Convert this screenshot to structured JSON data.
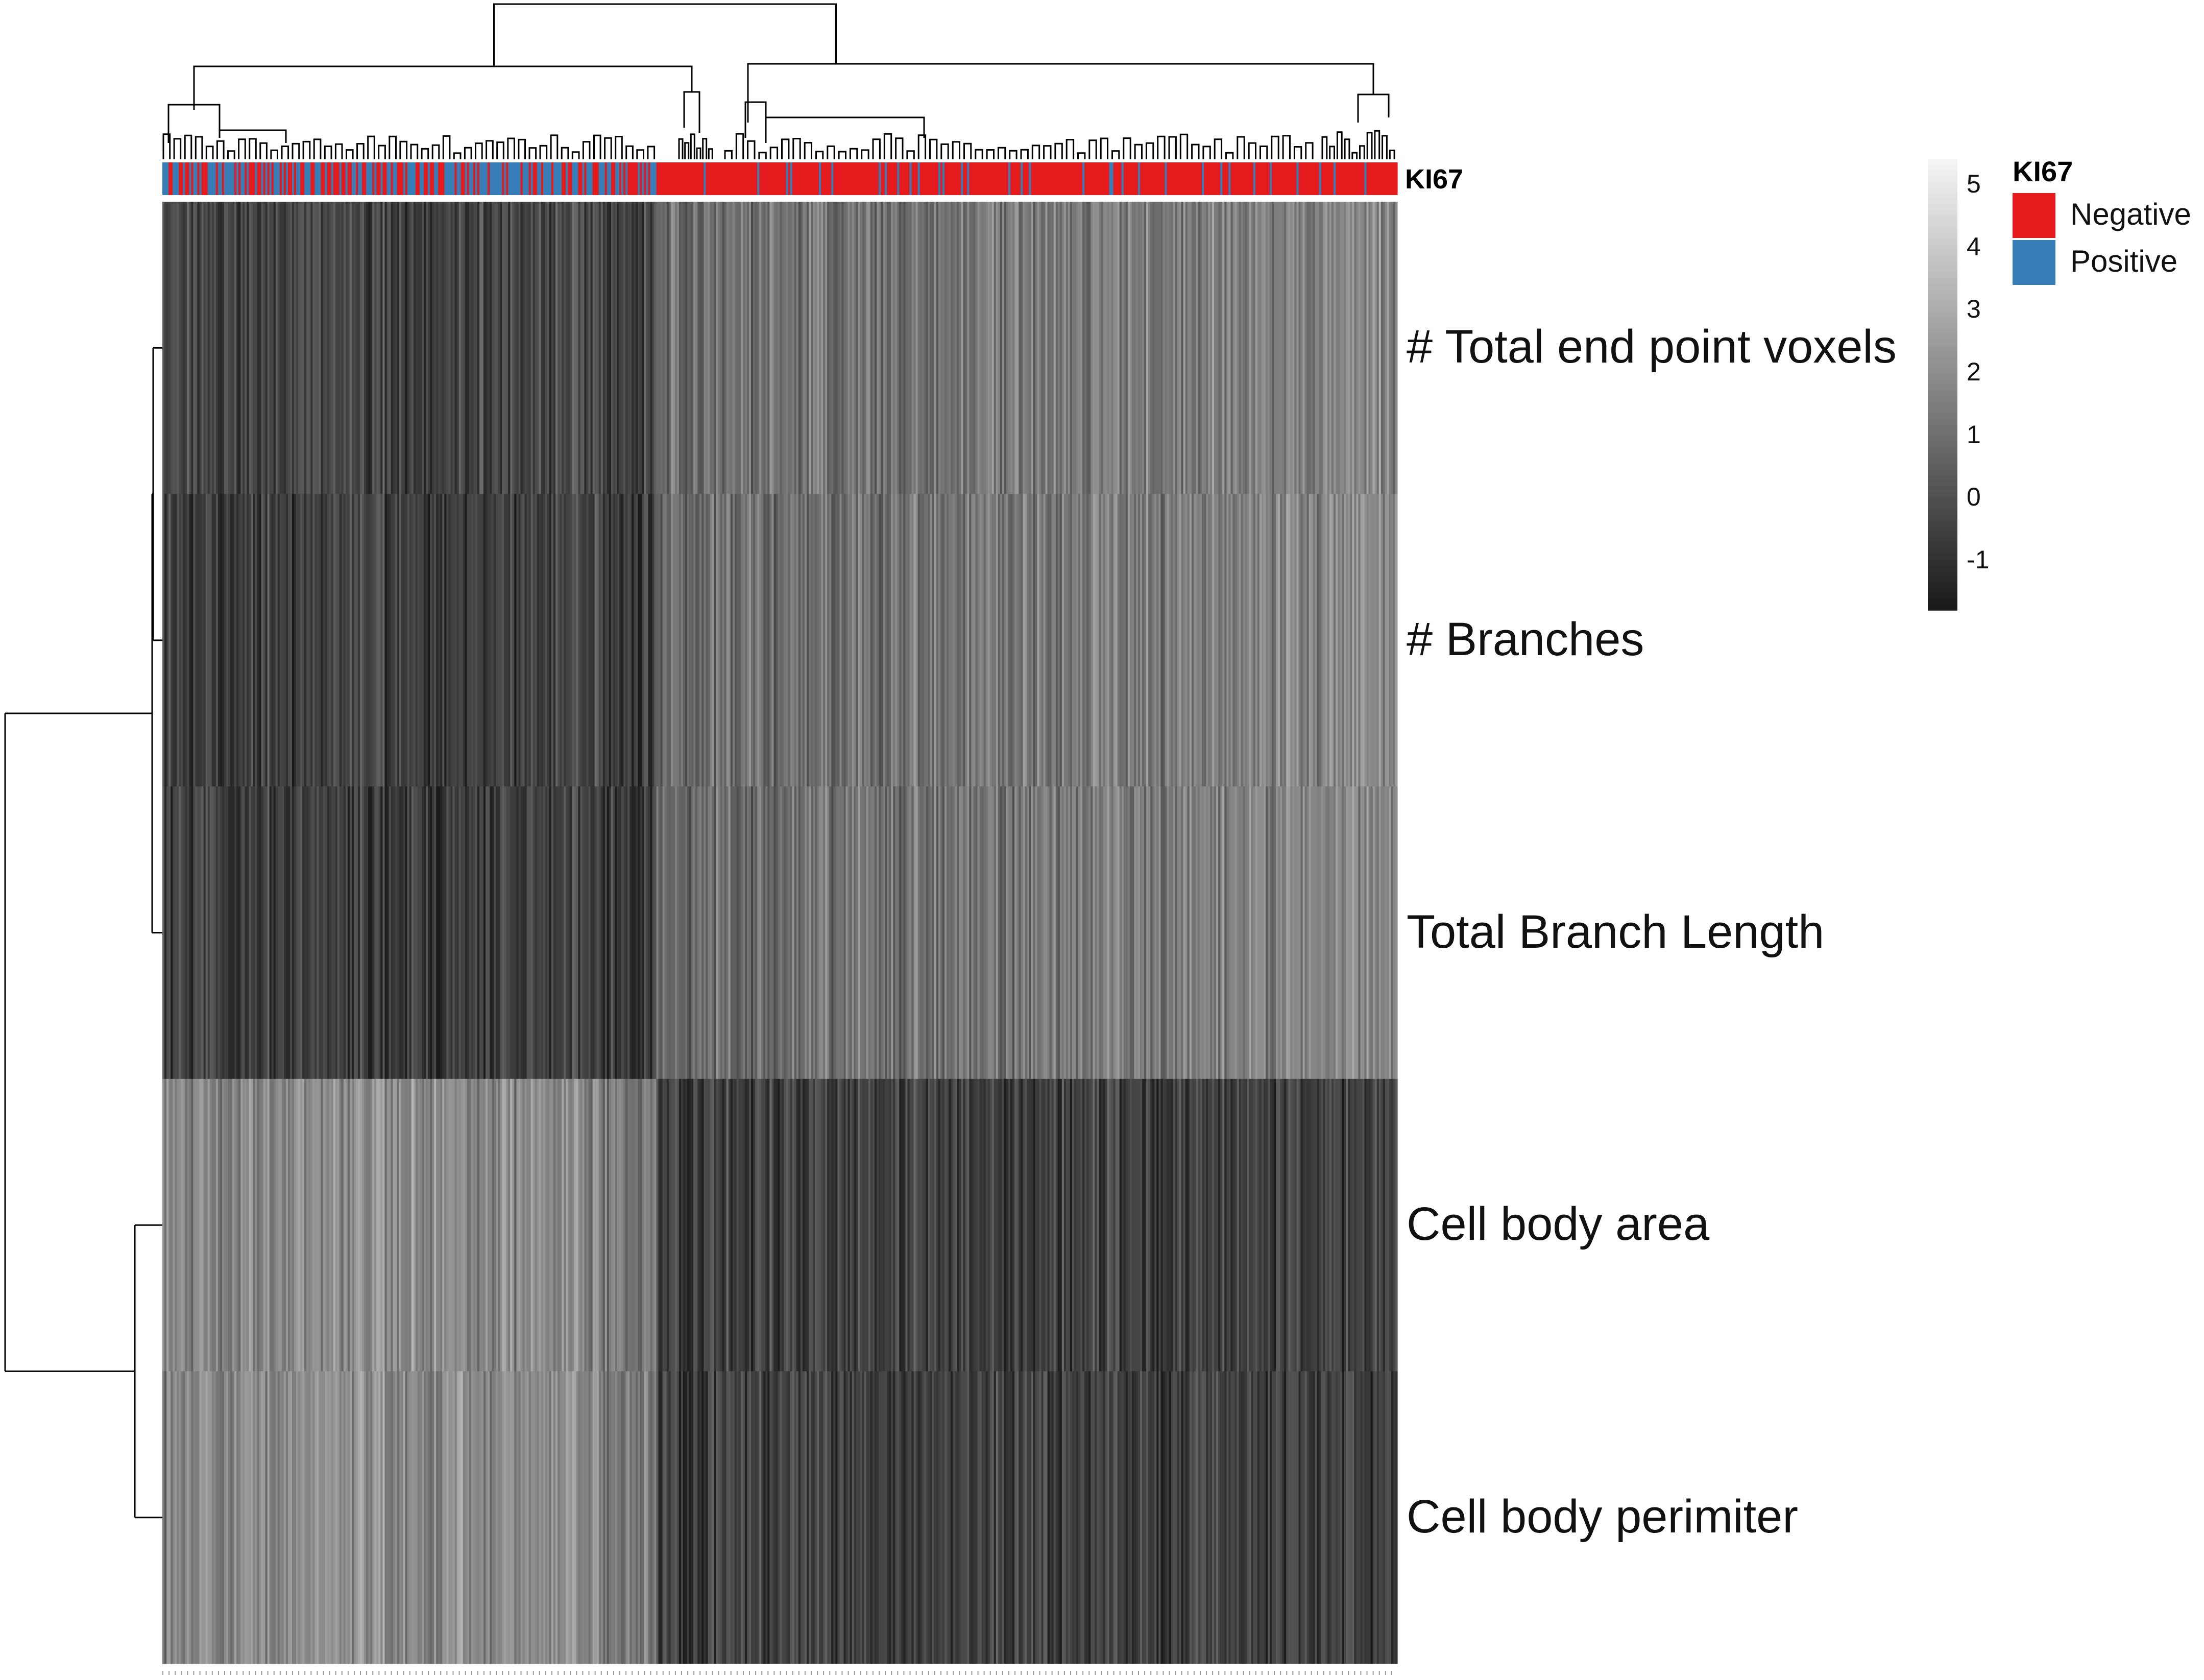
{
  "chart_data": {
    "type": "heatmap",
    "rows": [
      "# Total end point voxels",
      "# Branches",
      "Total Branch Length",
      "Cell body area",
      "Cell body perimiter"
    ],
    "column_annotation": {
      "name": "KI67",
      "levels": [
        {
          "label": "Negative",
          "color": "#e41a1c"
        },
        {
          "label": "Positive",
          "color": "#377eb8"
        }
      ]
    },
    "column_groups": [
      {
        "annotation": "Positive",
        "fraction": 0.4,
        "pattern_rows": [
          -0.4,
          -0.6,
          -0.6,
          1.6,
          1.6
        ]
      },
      {
        "annotation": "Negative",
        "fraction": 0.6,
        "pattern_rows": [
          1.2,
          1.2,
          1.2,
          -0.5,
          -0.5
        ]
      }
    ],
    "colorscale": {
      "min": -1.8,
      "max": 5.4,
      "ticks": [
        5,
        4,
        3,
        2,
        1,
        0,
        -1
      ],
      "low_color": "#1a1a1a",
      "high_color": "#f4f4f4"
    },
    "n_columns": 600,
    "row_dendrogram": true,
    "column_dendrogram": true,
    "legend_placement": "right"
  }
}
